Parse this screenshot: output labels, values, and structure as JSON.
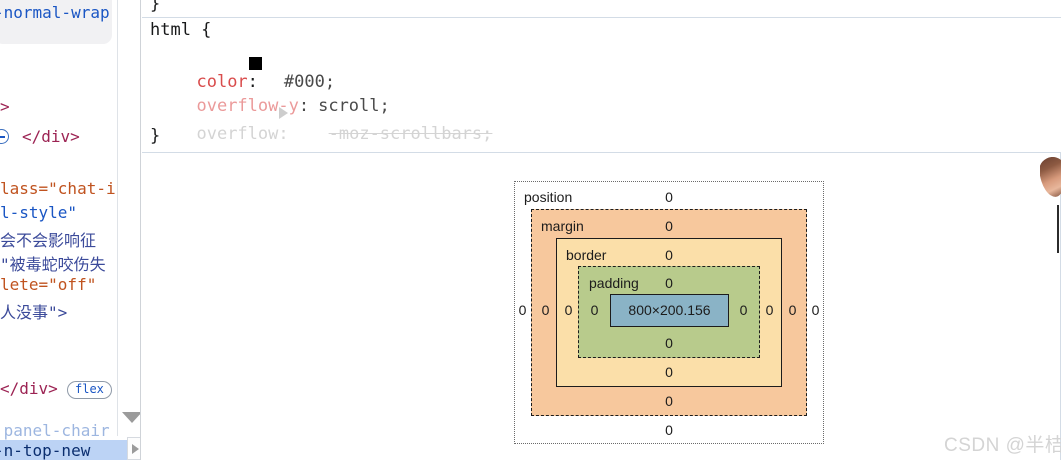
{
  "left_panel": {
    "autocomplete_popup": {
      "text": "-normal-wrap"
    },
    "dom_lines": [
      {
        "segments": [
          {
            "text": ">",
            "cls": "c-tag"
          }
        ]
      },
      {
        "segments": [
          {
            "text": "</div>",
            "cls": "c-tag"
          }
        ]
      },
      {
        "segments": [
          {
            "text": "lass=\"chat-i",
            "cls": "c-attr"
          }
        ]
      },
      {
        "segments": [
          {
            "text": "l-style\"",
            "cls": "c-val"
          }
        ]
      },
      {
        "segments": [
          {
            "text": "会不会影响征",
            "cls": "c-text"
          }
        ]
      },
      {
        "segments": [
          {
            "text": "\"被毒蛇咬伤失",
            "cls": "c-text"
          }
        ]
      },
      {
        "segments": [
          {
            "text": "lete=\"off\"",
            "cls": "c-attr"
          }
        ]
      },
      {
        "segments": [
          {
            "text": "人没事\">",
            "cls": "c-text"
          }
        ]
      },
      {
        "segments": [
          {
            "text": "</div>",
            "cls": "c-tag"
          }
        ]
      }
    ],
    "flex_badge": "flex",
    "ghost_row": "'panel-chair",
    "selected_row": "-n-top-new",
    "icons": {
      "expander": "expand-circle-icon",
      "scroll_down": "scroll-down-arrow-icon",
      "gutter_play": "gutter-expand-arrow-icon"
    }
  },
  "rules_panel": {
    "partial_brace": "}",
    "selector": "html {",
    "closing_brace": "}",
    "declarations": [
      {
        "property": "color",
        "separator": ":",
        "value": "#000;",
        "has_swatch": true,
        "swatch_color": "#000000",
        "state": "active"
      },
      {
        "property": "overflow-y",
        "separator": ":",
        "value": "scroll;",
        "has_swatch": false,
        "state": "overridden"
      },
      {
        "property": "overflow",
        "separator": ":",
        "value": "-moz-scrollbars;",
        "has_swatch": false,
        "state": "disabled-strikethrough",
        "has_triangle": true
      }
    ]
  },
  "box_model": {
    "layers": [
      {
        "name": "position",
        "label": "position",
        "color": "#ffffff",
        "border_style": "dotted"
      },
      {
        "name": "margin",
        "label": "margin",
        "color": "#f7c89d",
        "border_style": "dashed"
      },
      {
        "name": "border",
        "label": "border",
        "color": "#fbdfa9",
        "border_style": "solid"
      },
      {
        "name": "padding",
        "label": "padding",
        "color": "#b8cb8c",
        "border_style": "dashed"
      }
    ],
    "content": {
      "label": "content",
      "color": "#8ab3c6",
      "size_text": "800×200.156",
      "width": "800",
      "height": "200.156"
    },
    "top_values": {
      "position": "0",
      "margin": "0",
      "border": "0",
      "padding": "0"
    },
    "bottom_values": {
      "padding": "0",
      "border": "0",
      "margin": "0",
      "position": "0"
    },
    "left_values": [
      "0",
      "0",
      "0",
      "0"
    ],
    "right_values": [
      "0",
      "0",
      "0",
      "0"
    ]
  },
  "overlay": {
    "watermark": "CSDN @半桔",
    "cursor_icon": "hand-cursor-icon"
  }
}
